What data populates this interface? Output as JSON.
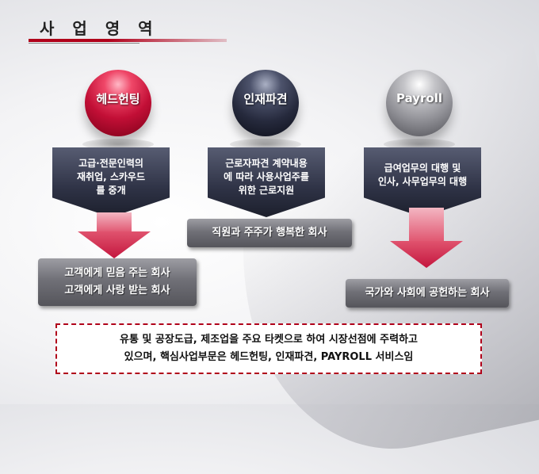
{
  "title": "사 업 영 역",
  "services": [
    {
      "name": "헤드헌팅",
      "desc": [
        "고급·전문인력의",
        "재취업, 스카우드",
        "를 중개"
      ]
    },
    {
      "name": "인재파견",
      "desc": [
        "근로자파견 계약내용",
        "에 따라 사용사업주를",
        "위한 근로지원"
      ]
    },
    {
      "name": "Payroll",
      "desc": [
        "급여업무의 대행 및",
        "인사, 사무업무의 대행"
      ]
    }
  ],
  "outcomes": {
    "left": [
      "고객에게 믿음 주는 회사",
      "고객에게 사랑 받는 회사"
    ],
    "center": "직원과 주주가 행복한 회사",
    "right": "국가와 사회에 공헌하는 회사"
  },
  "summary": [
    "유통 및 공장도급, 제조업을 주요 타켓으로 하여 시장선점에 주력하고",
    "있으며, 핵심사업부문은 헤드헌팅, 인재파견, PAYROLL 서비스임"
  ],
  "colors": {
    "accent": "#b0001a",
    "arrow": "#d8335a"
  }
}
